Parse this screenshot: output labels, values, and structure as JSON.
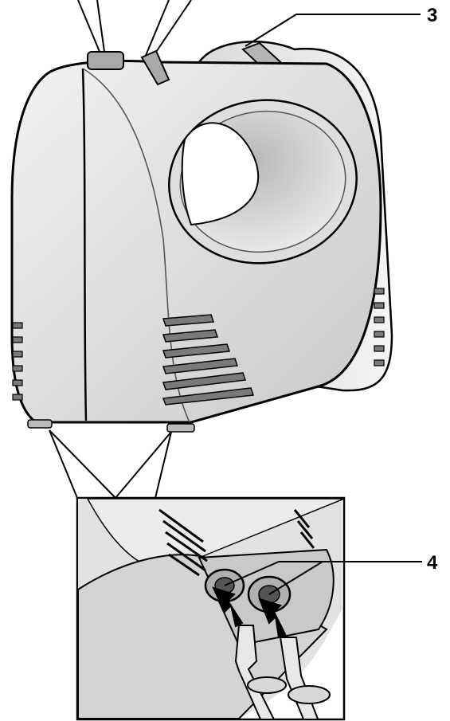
{
  "figure": {
    "callouts": [
      {
        "label": "3",
        "target": "handle-release-slider"
      },
      {
        "label": "4",
        "target": "beater-sockets"
      }
    ],
    "colors": {
      "body_fill": "#e6e6e6",
      "body_shade": "#c8c8c8",
      "vent_fill": "#7a7a7a",
      "outline": "#000000",
      "arrow": "#000000"
    }
  }
}
